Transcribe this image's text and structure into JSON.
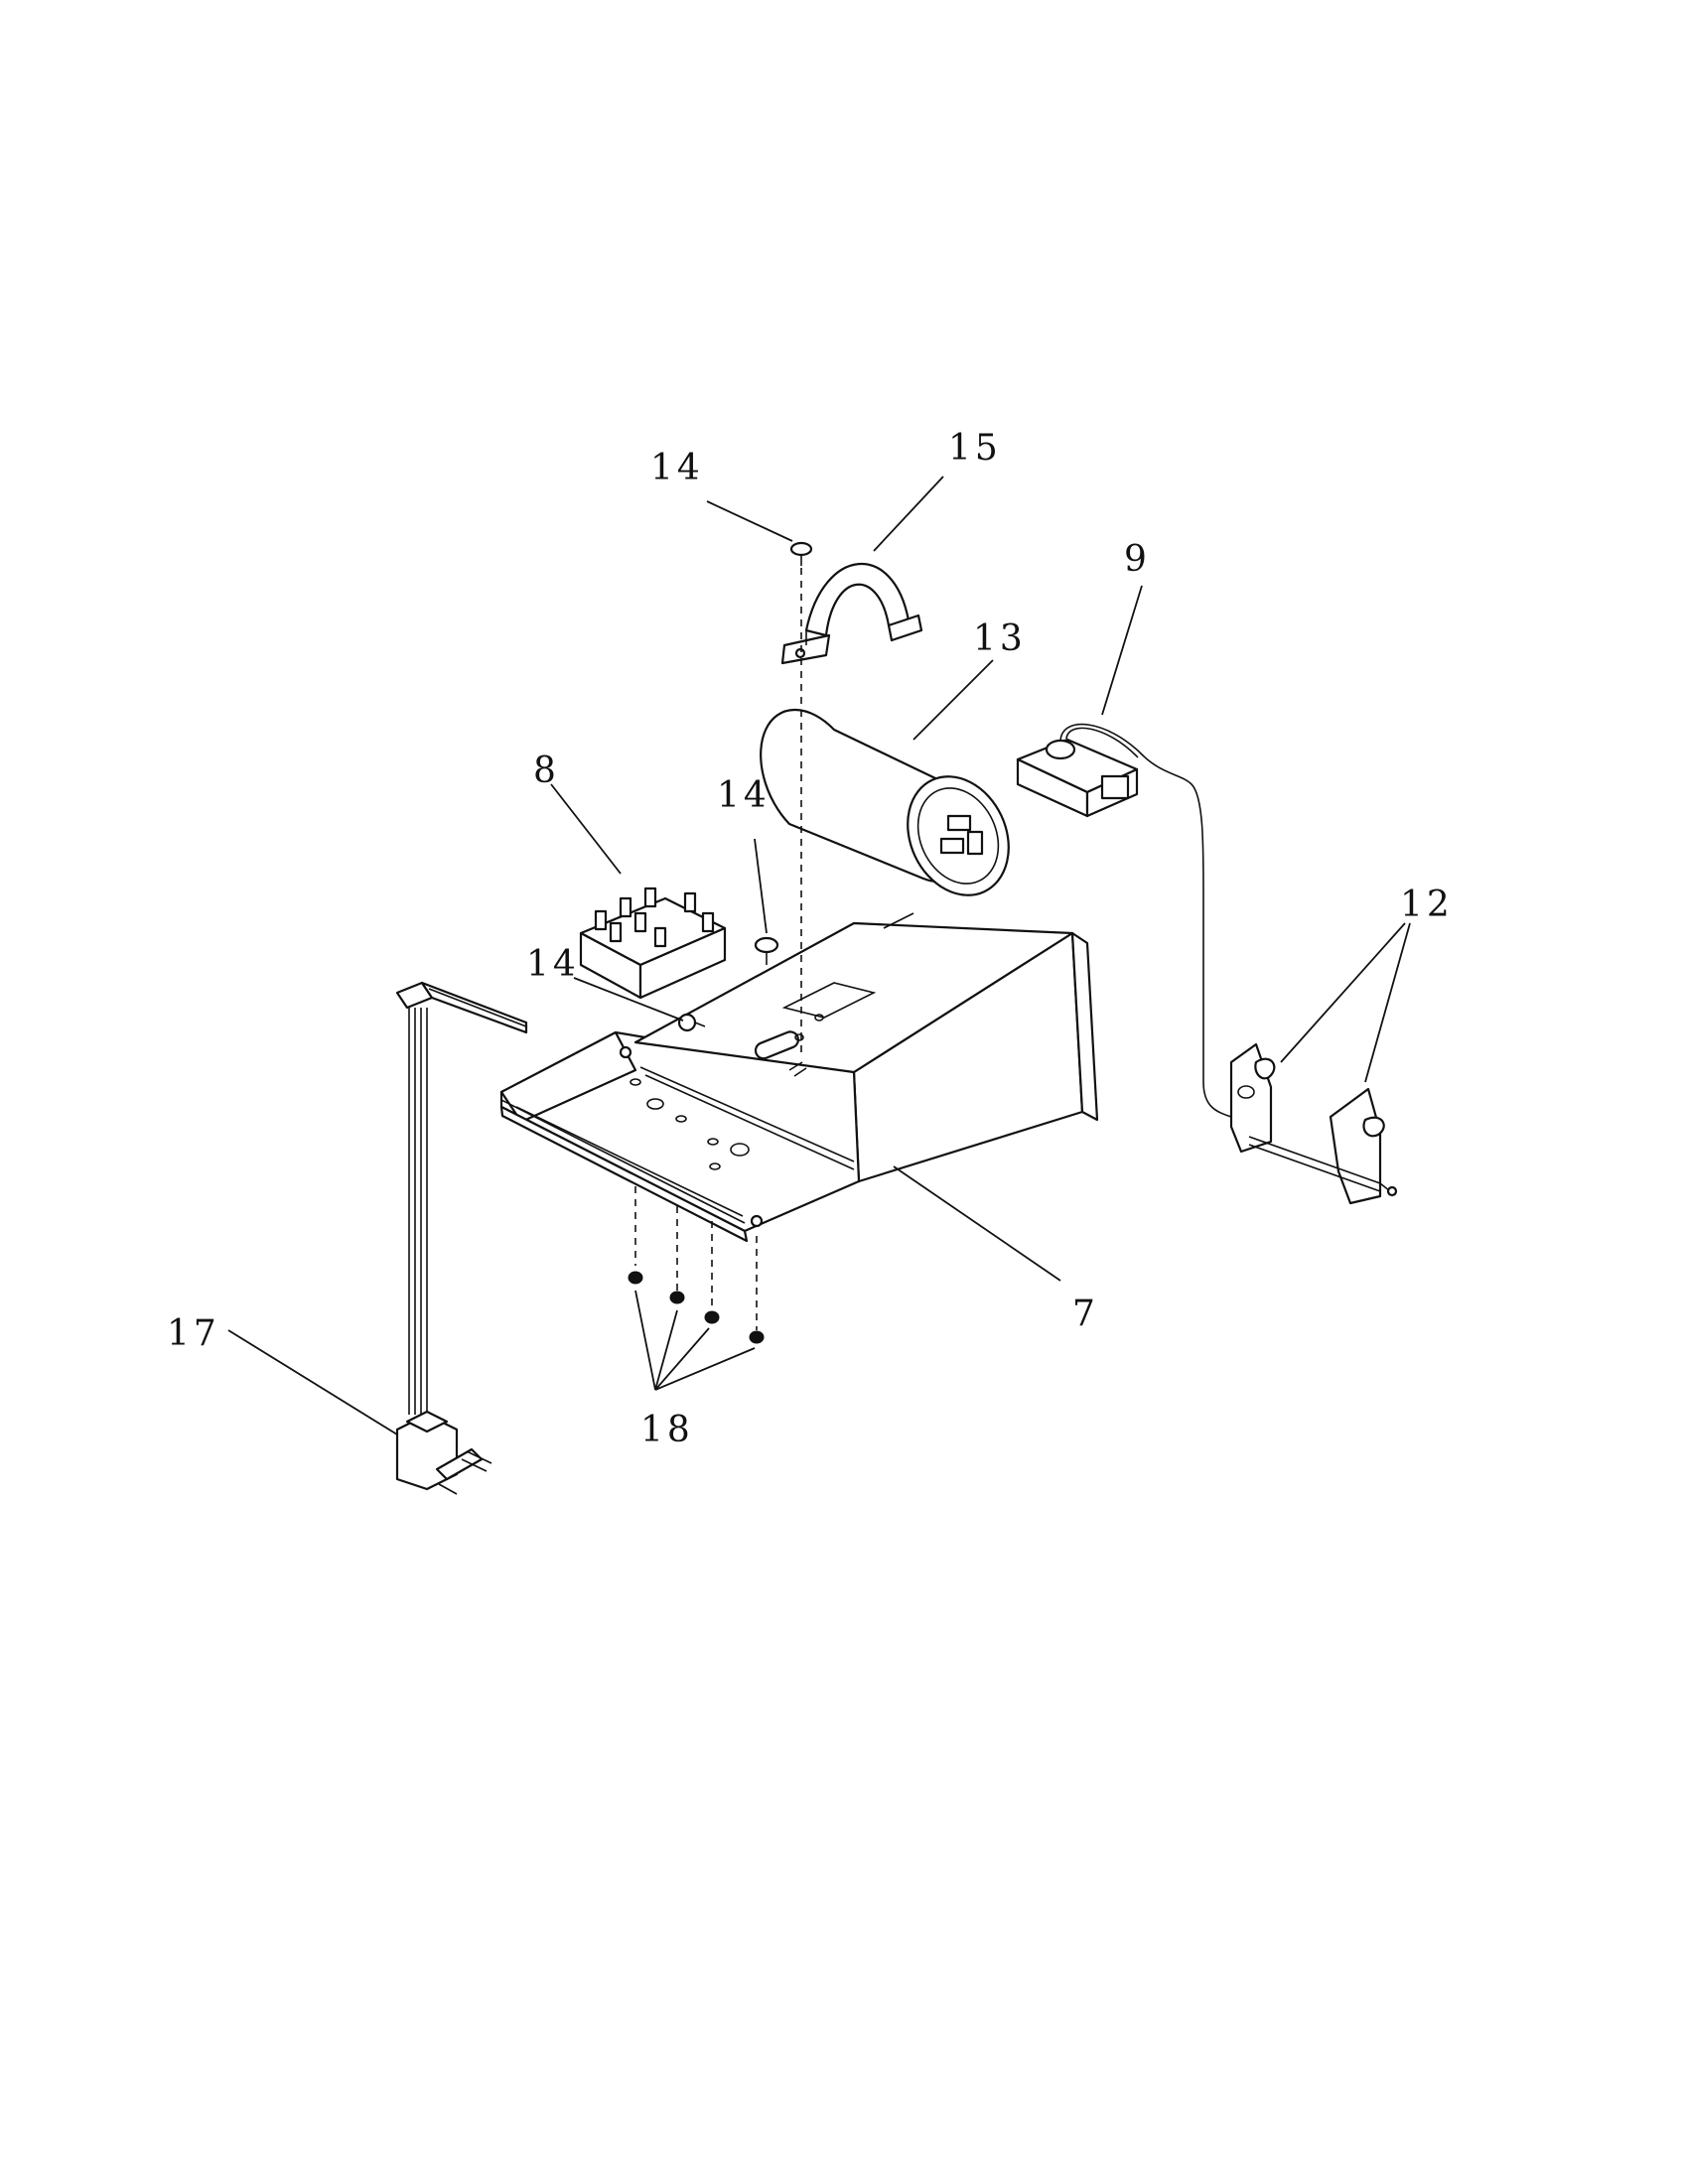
{
  "callouts": [
    {
      "id": "c14a",
      "label": "14"
    },
    {
      "id": "c15",
      "label": "15"
    },
    {
      "id": "c9",
      "label": "9"
    },
    {
      "id": "c13",
      "label": "13"
    },
    {
      "id": "c8",
      "label": "8"
    },
    {
      "id": "c14b",
      "label": "14"
    },
    {
      "id": "c12",
      "label": "12"
    },
    {
      "id": "c14c",
      "label": "14"
    },
    {
      "id": "c7",
      "label": "7"
    },
    {
      "id": "c17",
      "label": "17"
    },
    {
      "id": "c18",
      "label": "18"
    }
  ]
}
